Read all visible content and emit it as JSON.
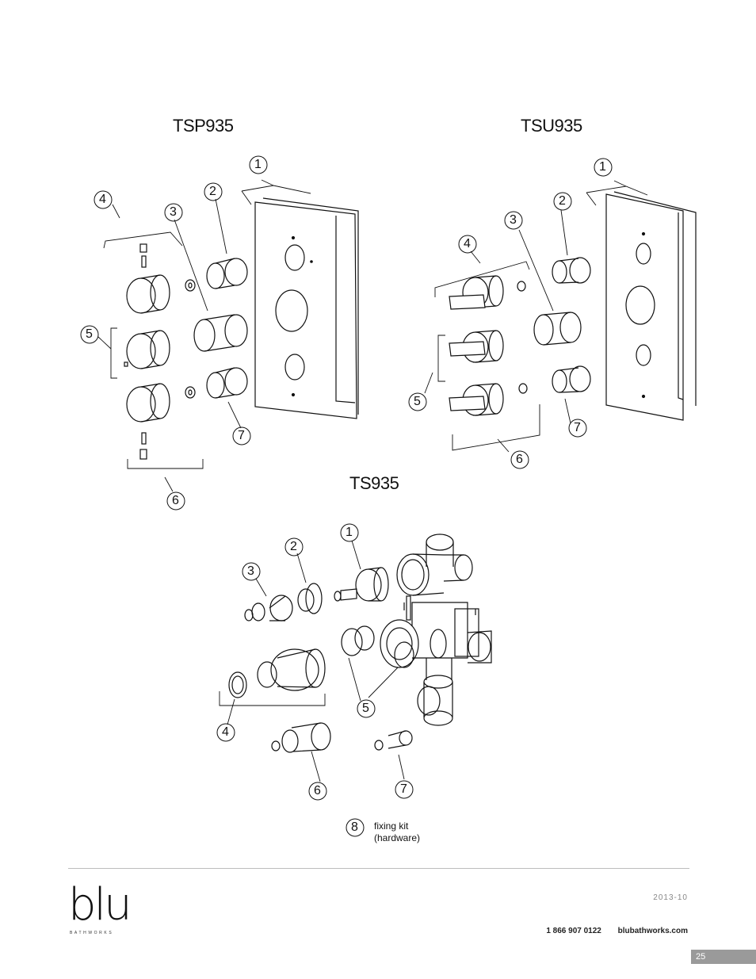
{
  "titles": {
    "left": "TSP935",
    "right": "TSU935",
    "center": "TS935"
  },
  "callouts": {
    "tsp": [
      "1",
      "2",
      "3",
      "4",
      "5",
      "6",
      "7"
    ],
    "tsu": [
      "1",
      "2",
      "3",
      "4",
      "5",
      "6",
      "7"
    ],
    "ts": [
      "1",
      "2",
      "3",
      "4",
      "5",
      "6",
      "7",
      "8"
    ]
  },
  "fixing_kit": {
    "line1": "fixing kit",
    "line2": "(hardware)"
  },
  "footer": {
    "date": "2013-10",
    "phone": "1 866 907 0122",
    "website": "blubathworks.com",
    "page_number": "25",
    "logo_text": "blu",
    "logo_sub": "BATHWORKS"
  }
}
